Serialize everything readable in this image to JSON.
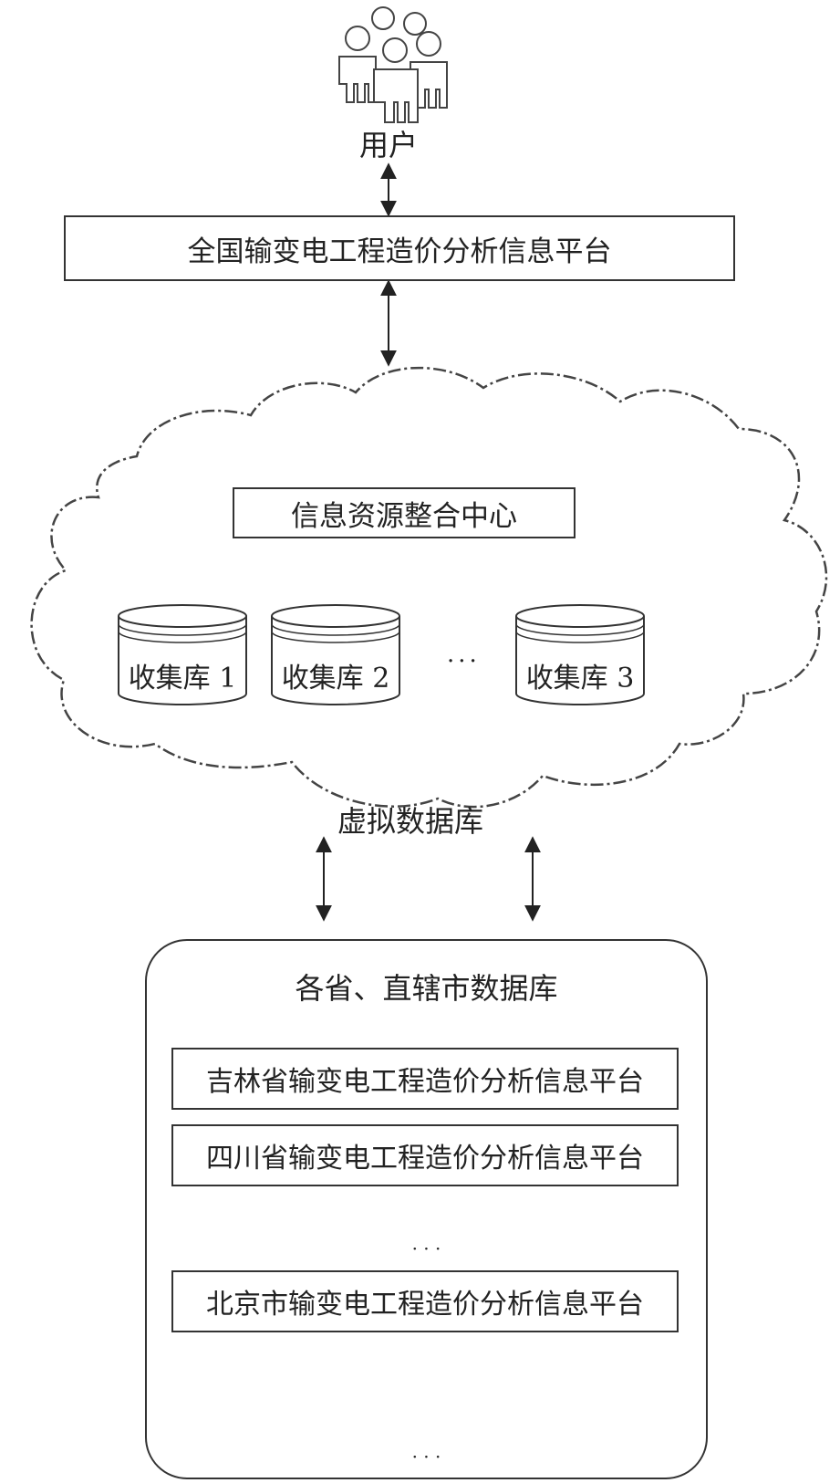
{
  "user": {
    "label": "用户",
    "icon": "users-group-icon"
  },
  "national_platform": {
    "label": "全国输变电工程造价分析信息平台"
  },
  "cloud": {
    "integration_center": "信息资源整合中心",
    "databases": [
      "收集库 1",
      "收集库 2",
      "收集库 3"
    ],
    "ellipsis": "···",
    "label": "虚拟数据库"
  },
  "provincial": {
    "title": "各省、直辖市数据库",
    "platforms": [
      "吉林省输变电工程造价分析信息平台",
      "四川省输变电工程造价分析信息平台",
      "北京市输变电工程造价分析信息平台"
    ],
    "ellipsis": "· · ·"
  }
}
